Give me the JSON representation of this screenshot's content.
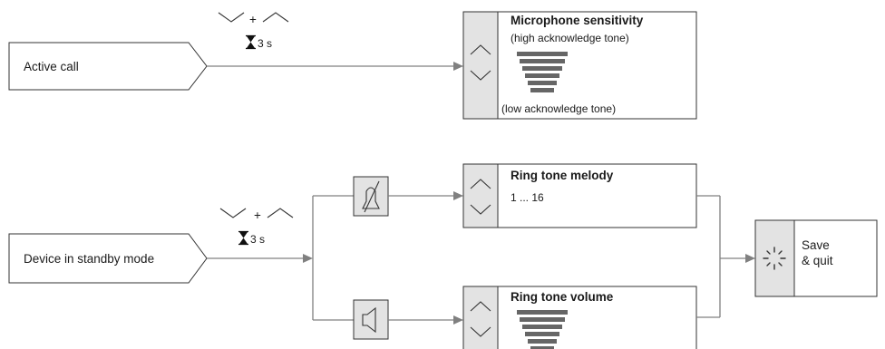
{
  "inputs": {
    "active_call": "Active call",
    "standby": "Device in standby mode"
  },
  "gesture": {
    "plus": "+",
    "hold_time": "3 s"
  },
  "mic_box": {
    "title": "Microphone sensitivity",
    "high": "(high acknowledge tone)",
    "low": "(low acknowledge tone)"
  },
  "melody_box": {
    "title": "Ring tone melody",
    "range": "1 ... 16"
  },
  "volume_box": {
    "title": "Ring tone volume"
  },
  "save_box": {
    "line1": "Save",
    "line2": "& quit"
  },
  "icons": {
    "chevron_down": "chevron-down-icon",
    "chevron_up": "chevron-up-icon",
    "hourglass": "hourglass-icon",
    "bell_muted": "bell-muted-icon",
    "speaker": "speaker-icon",
    "loading": "loading-spinner-icon"
  },
  "colors": {
    "lines": "#808080",
    "panel_gray": "#e3e3e3",
    "bars": "#666666"
  }
}
